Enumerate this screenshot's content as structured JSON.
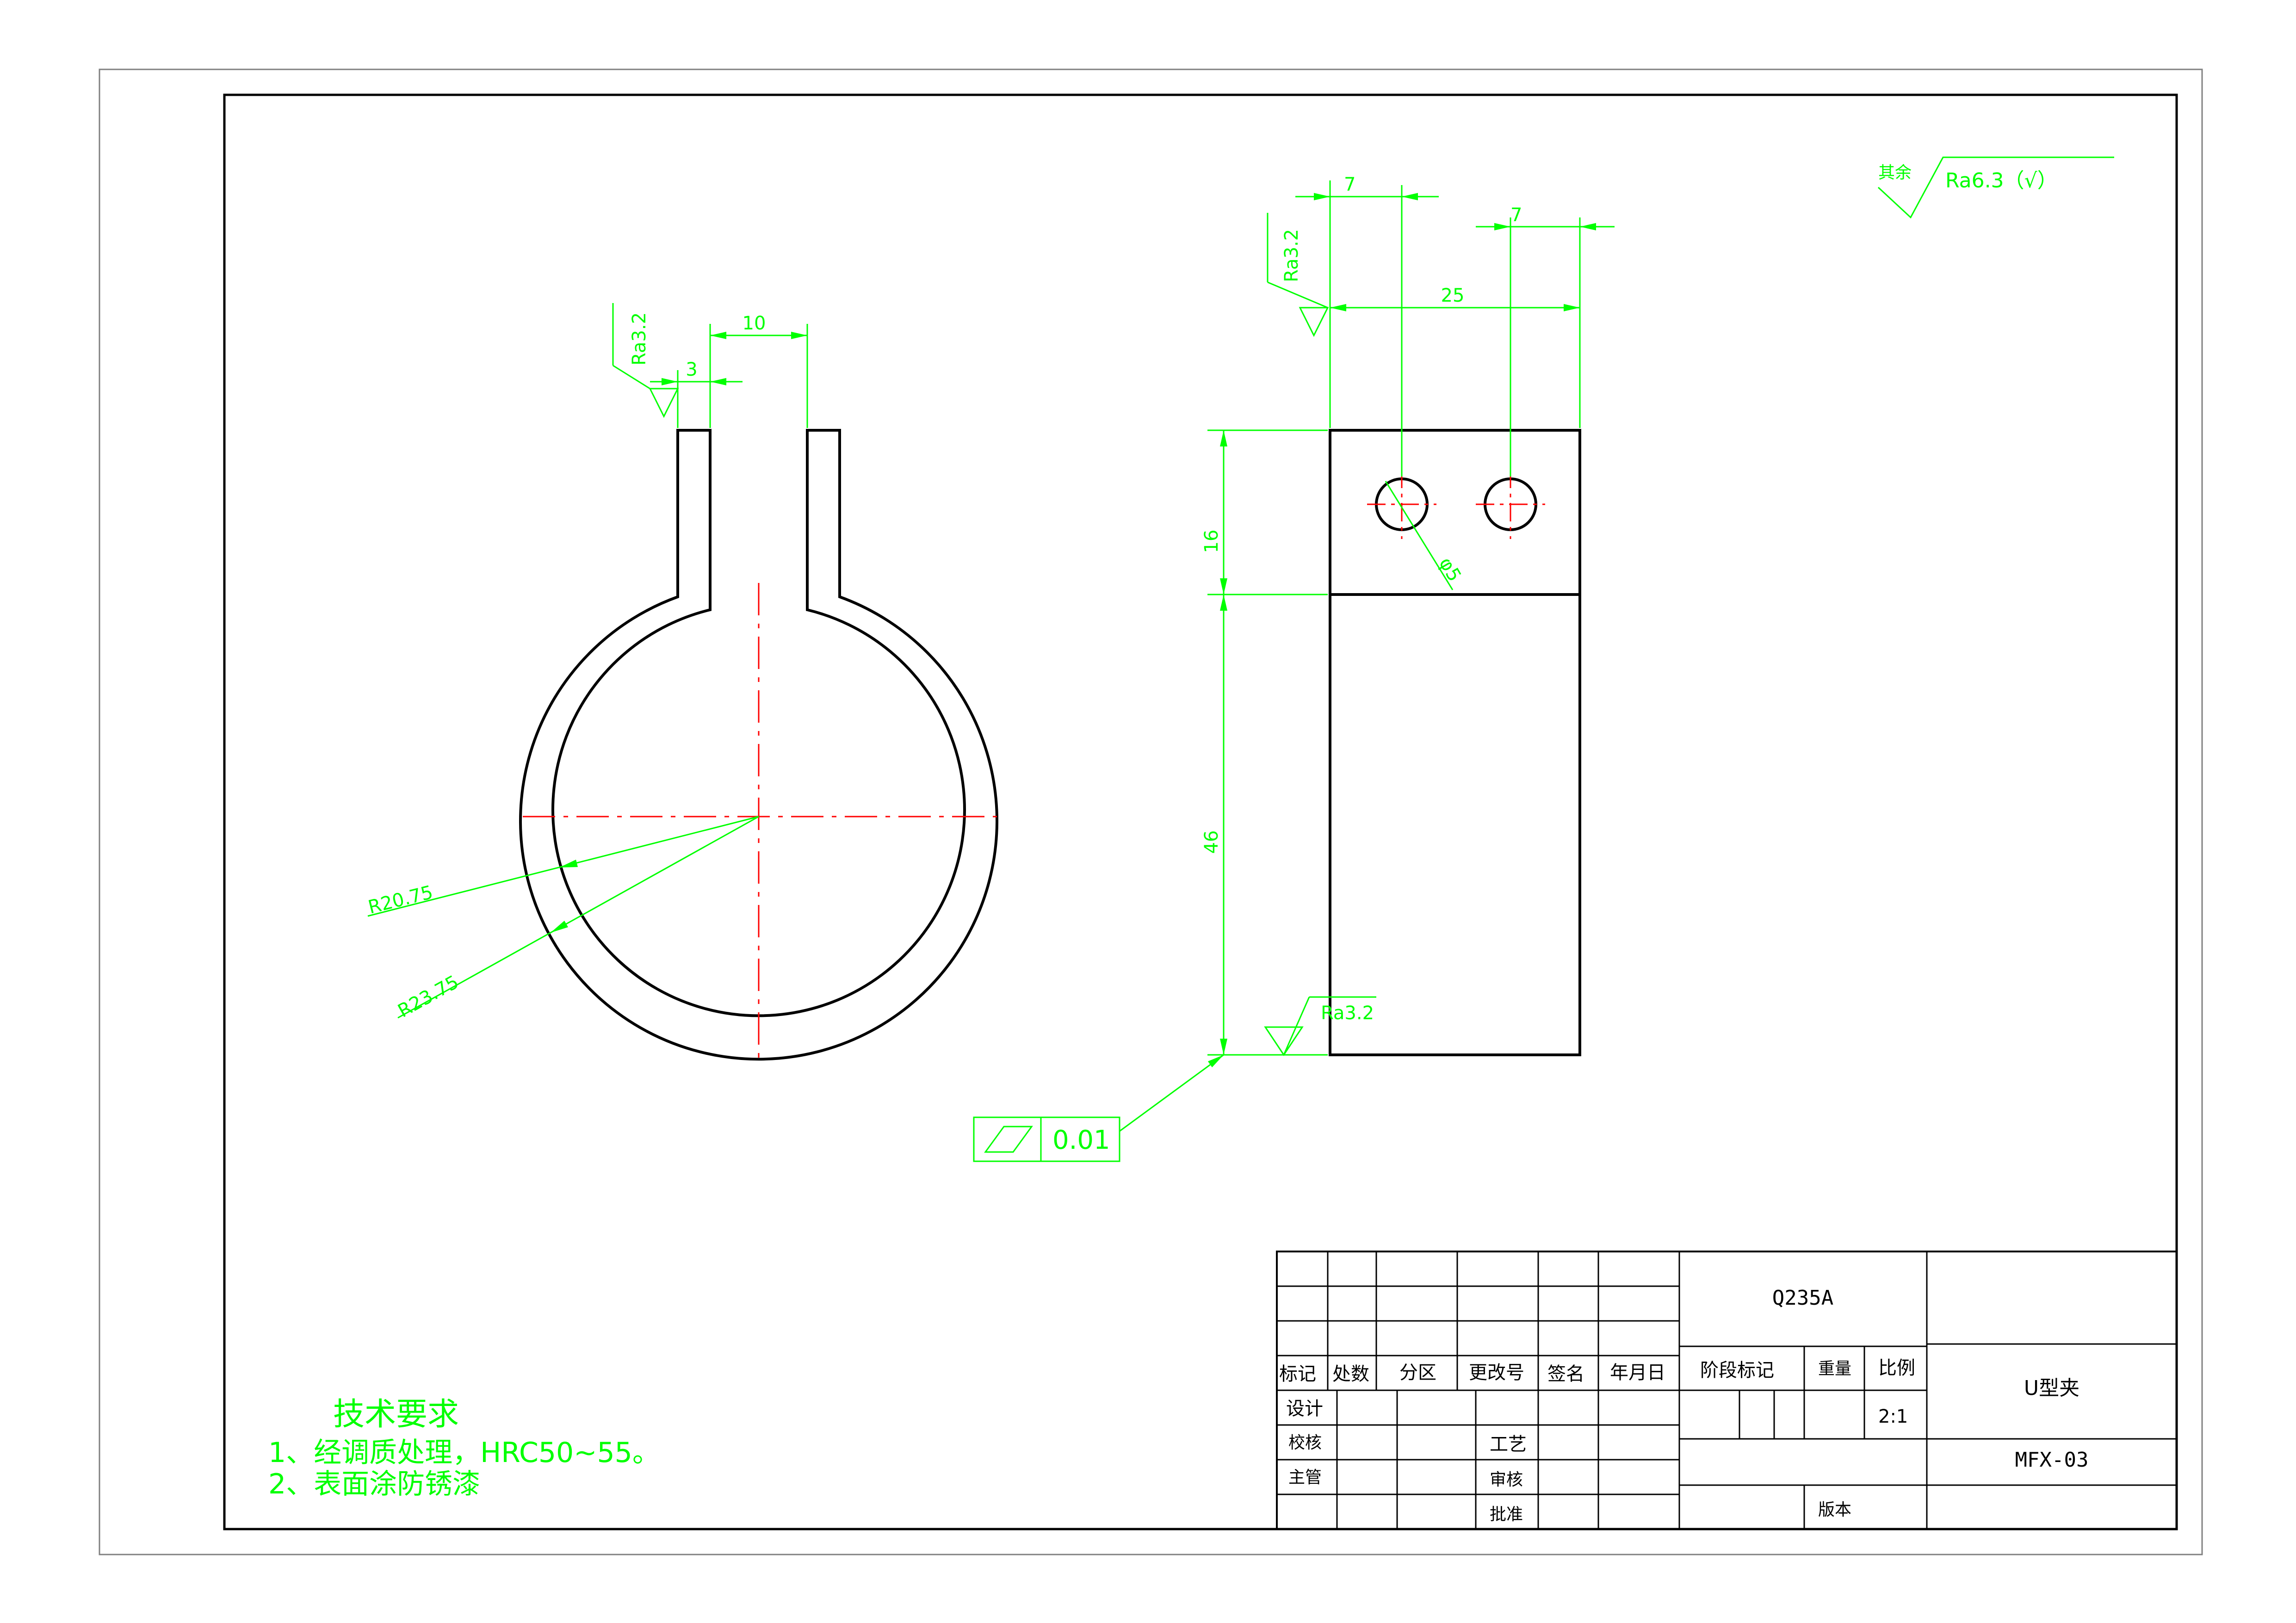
{
  "colors": {
    "outline": "#000000",
    "dimension": "#00ff00",
    "centerline": "#ff0000",
    "paper": "#ffffff",
    "frame": "#808080"
  },
  "surface_finish": {
    "general_label": "其余",
    "general_value": "Ra6.3（√）",
    "ra_left_top": "Ra3.2",
    "ra_right_top": "Ra3.2",
    "ra_right_bottom": "Ra3.2"
  },
  "front_view_dims": {
    "slot_width": "10",
    "wall_thickness": "3",
    "inner_radius": "R20.75",
    "outer_radius": "R23.75"
  },
  "side_view_dims": {
    "hole_offset_left": "7",
    "hole_offset_right": "7",
    "width": "25",
    "height_top": "16",
    "height_bottom": "46",
    "hole_diameter": "φ5"
  },
  "tolerance": {
    "symbol": "flatness",
    "value": "0.01"
  },
  "technical_requirements": {
    "title": "技术要求",
    "items": [
      "1、经调质处理，HRC50~55。",
      "2、表面涂防锈漆"
    ]
  },
  "title_block": {
    "material": "Q235A",
    "part_name": "U型夹",
    "drawing_number": "MFX-03",
    "headers": [
      "标记",
      "处数",
      "分区",
      "更改号",
      "签名",
      "年月日"
    ],
    "stage_mark": "阶段标记",
    "weight": "重量",
    "scale_label": "比例",
    "scale_value": "2:1",
    "design": "设计",
    "check": "校核",
    "supervisor": "主管",
    "process": "工艺",
    "review": "审核",
    "approve": "批准",
    "version": "版本"
  }
}
